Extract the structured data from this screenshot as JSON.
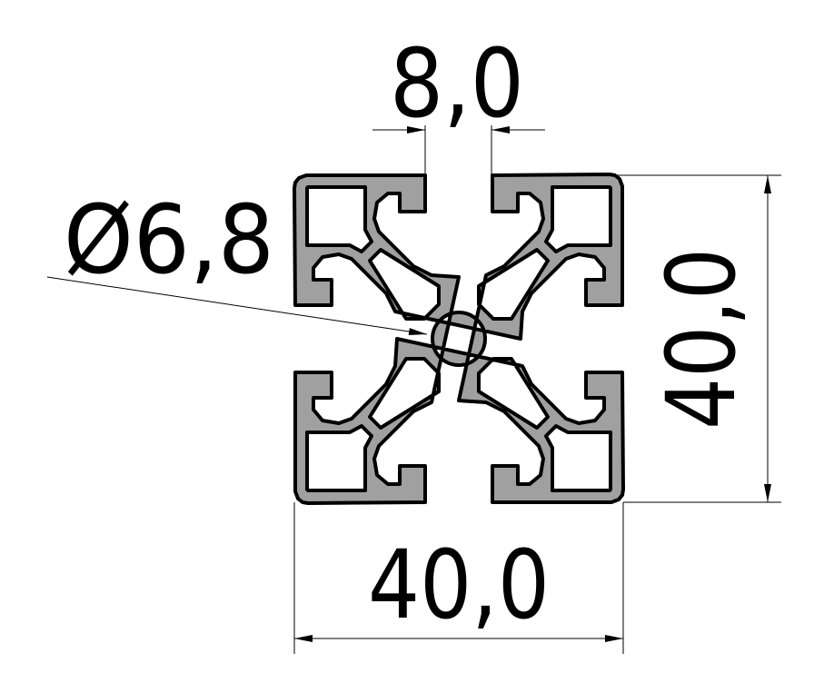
{
  "drawing": {
    "title": "40x40 aluminium profile cross-section",
    "slot_width_label": "8,0",
    "bore_diameter_label": "Ø6,8",
    "height_label": "40,0",
    "width_label": "40,0",
    "profile_color": "#a0a0a0"
  }
}
